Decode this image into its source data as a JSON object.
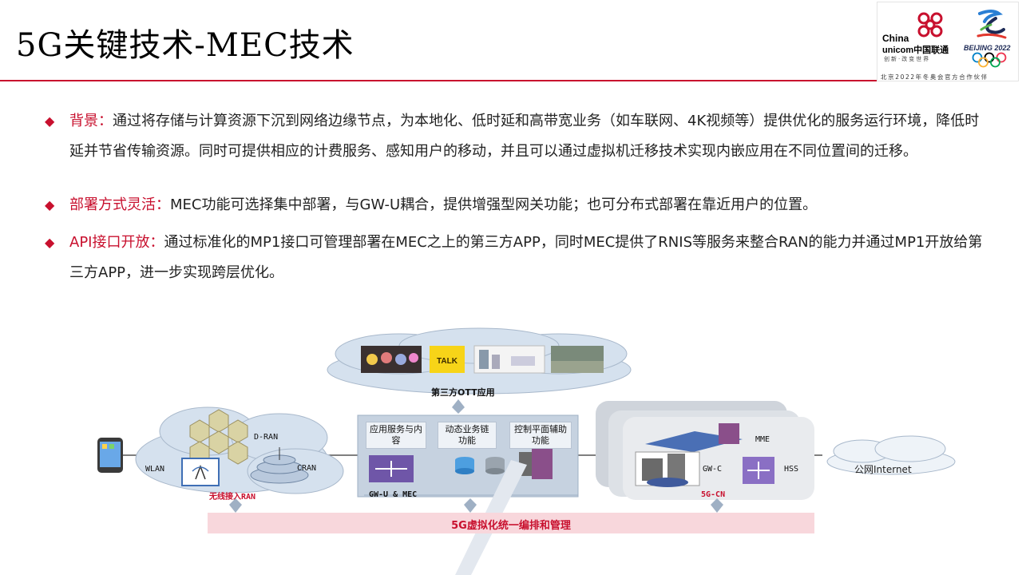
{
  "header": {
    "title": "5G关键技术-MEC技术"
  },
  "logo": {
    "brand_en_line1": "China",
    "brand_en_line2": "unicom中国联通",
    "slogan": "创新·改变世界",
    "olympic_text": "BEIJING 2022",
    "partner_text": "北京2022年冬奥会官方合作伙伴",
    "accent_red": "#c8102e"
  },
  "bullets": [
    {
      "title": "背景：",
      "text": "通过将存储与计算资源下沉到网络边缘节点，为本地化、低时延和高带宽业务（如车联网、4K视频等）提供优化的服务运行环境，降低时延并节省传输资源。同时可提供相应的计费服务、感知用户的移动，并且可以通过虚拟机迁移技术实现内嵌应用在不同位置间的迁移。"
    },
    {
      "title": "部署方式灵活：",
      "text": "MEC功能可选择集中部署，与GW-U耦合，提供增强型网关功能；也可分布式部署在靠近用户的位置。"
    },
    {
      "title": "API接口开放：",
      "text": "通过标准化的MP1接口可管理部署在MEC之上的第三方APP，同时MEC提供了RNIS等服务来整合RAN的能力并通过MP1开放给第三方APP，进一步实现跨层优化。"
    }
  ],
  "diagram": {
    "ott_label": "第三方OTT应用",
    "talk_label": "TALK",
    "ran": {
      "label": "无线接入RAN",
      "wlan": "WLAN",
      "dran": "D-RAN",
      "cran": "CRAN"
    },
    "mec": {
      "label": "GW-U & MEC",
      "box1": "应用服务与内容",
      "box2": "动态业务链功能",
      "box3": "控制平面辅助功能"
    },
    "core": {
      "label": "5G-CN",
      "mme": "MME",
      "gwc": "GW-C",
      "hss": "HSS"
    },
    "internet_label": "公网Internet",
    "orchestration_label": "5G虚拟化统一编排和管理"
  }
}
